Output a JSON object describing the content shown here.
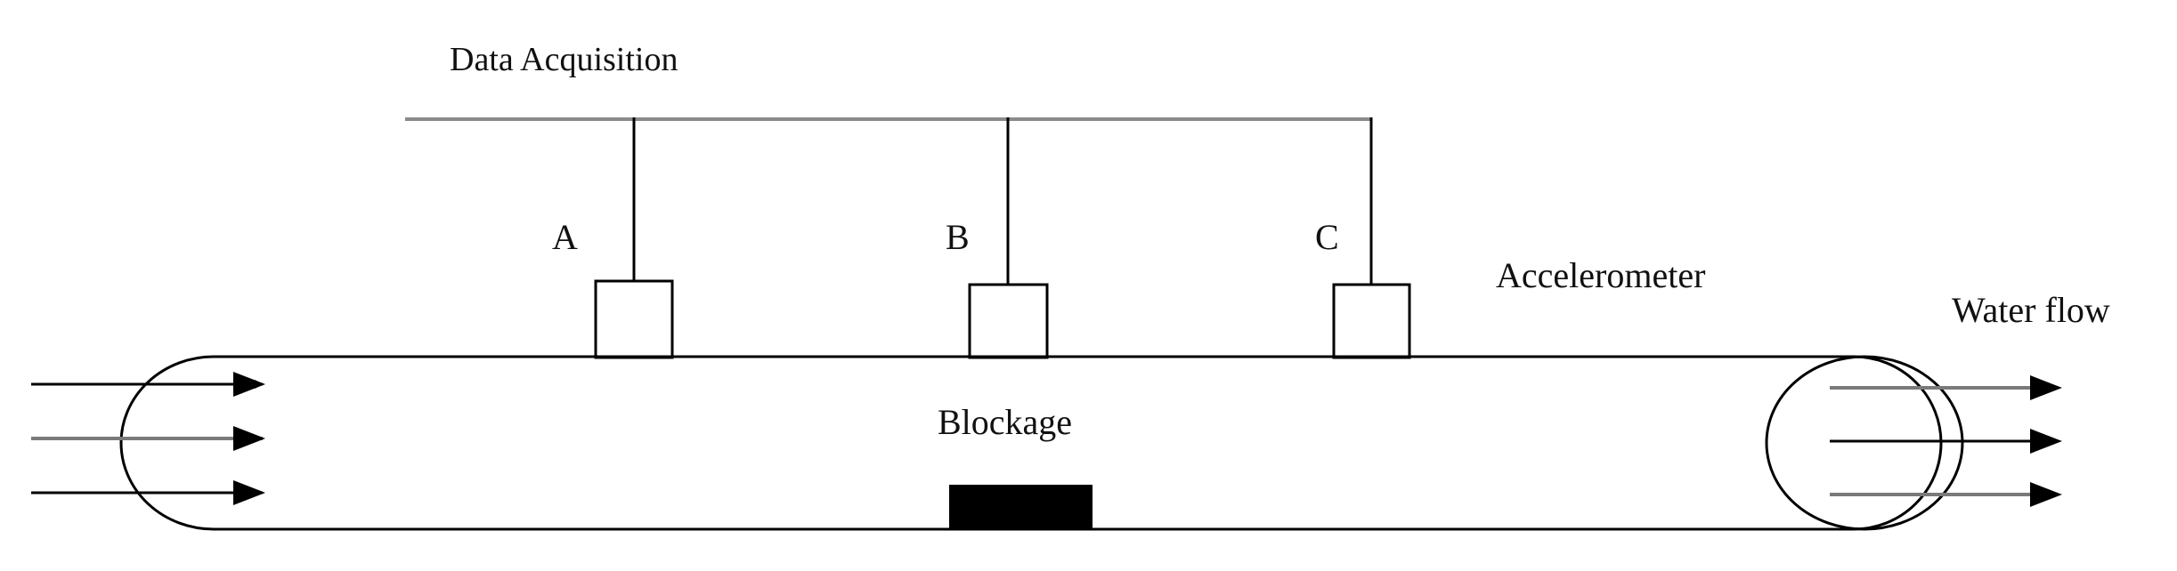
{
  "labels": {
    "data_acquisition": "Data Acquisition",
    "sensor_a": "A",
    "sensor_b": "B",
    "sensor_c": "C",
    "accelerometer": "Accelerometer",
    "water_flow": "Water flow",
    "blockage": "Blockage"
  },
  "colors": {
    "line": "#000000",
    "bus_line": "#8a8a8a",
    "grey_arrow": "#7a7a7a",
    "blockage_fill": "#000000",
    "background": "#ffffff"
  }
}
